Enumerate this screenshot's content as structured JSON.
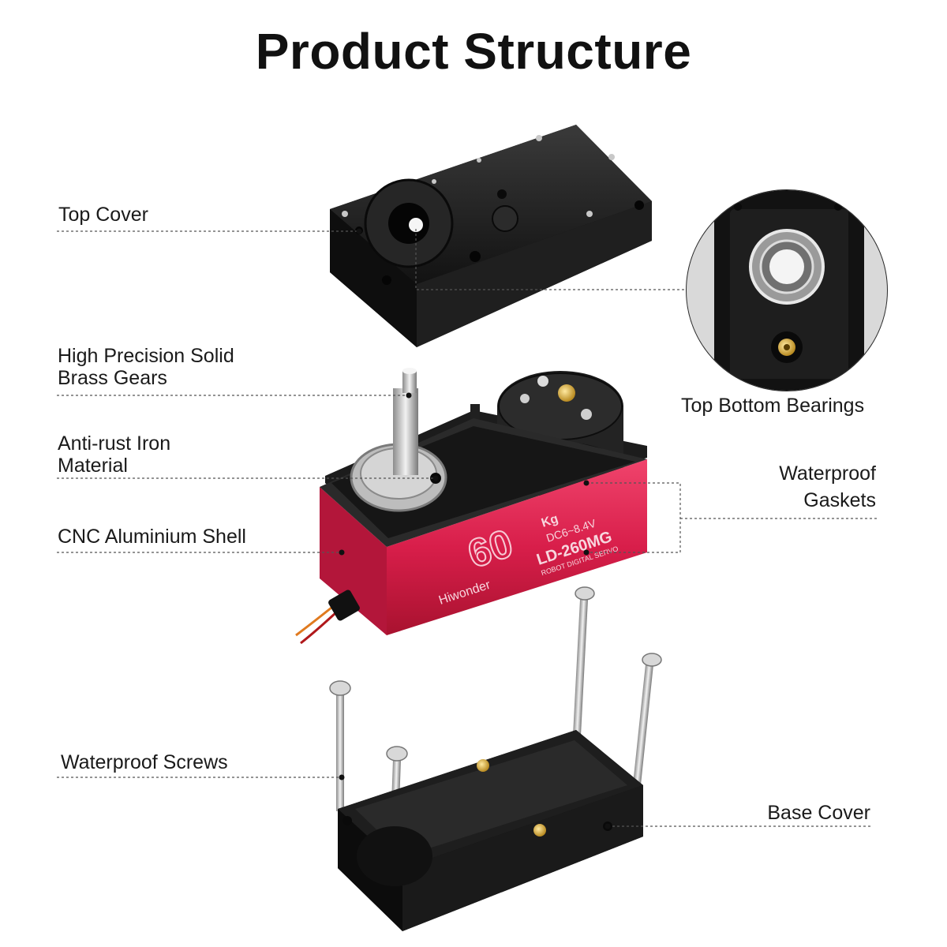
{
  "title": "Product Structure",
  "labels": {
    "top_cover": "Top Cover",
    "brass_gears_1": "High Precision Solid",
    "brass_gears_2": "Brass Gears",
    "iron_1": "Anti-rust Iron",
    "iron_2": "Material",
    "shell": "CNC Aluminium Shell",
    "screws": "Waterproof Screws",
    "bearings": "Top Bottom Bearings",
    "gaskets_1": "Waterproof",
    "gaskets_2": "Gaskets",
    "base_cover": "Base Cover"
  },
  "servo_print": {
    "torque": "60",
    "unit": "Kg",
    "voltage": "DC6~8.4V",
    "model": "LD-260MG",
    "subtitle": "ROBOT DIGITAL SERVO",
    "brand": "Hiwonder"
  },
  "colors": {
    "shell_red": "#d81e4a",
    "plastic_black": "#1b1b1b",
    "brass": "#c9a23a",
    "leader_line": "#555555"
  }
}
